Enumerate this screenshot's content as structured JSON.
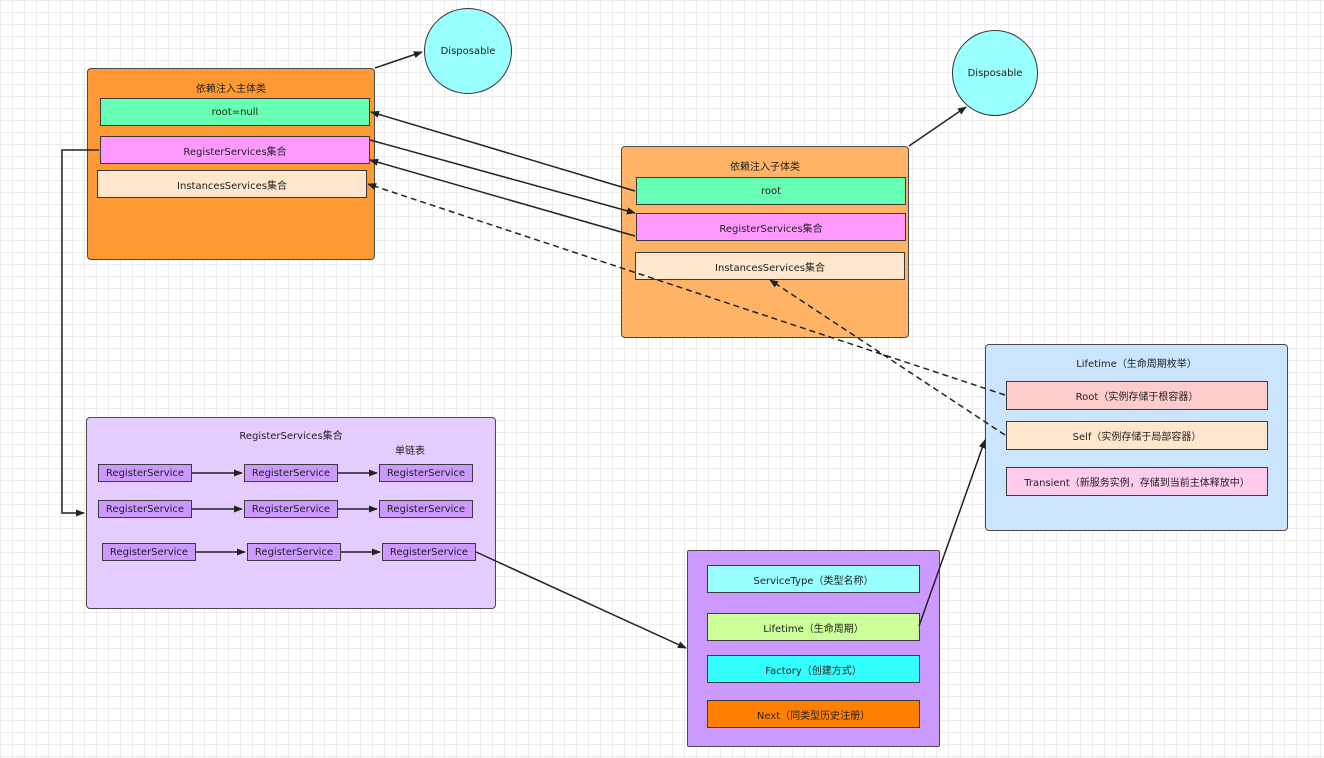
{
  "disposable_left": "Disposable",
  "disposable_right": "Disposable",
  "main_class": {
    "title": "依赖注入主体类",
    "root": "root=null",
    "register": "RegisterServices集合",
    "instances": "InstancesServices集合"
  },
  "child_class": {
    "title": "依赖注入子体类",
    "root": "root",
    "register": "RegisterServices集合",
    "instances": "InstancesServices集合"
  },
  "lifetime_enum": {
    "title": "Lifetime（生命周期枚举）",
    "root": "Root（实例存储于根容器）",
    "self": "Self（实例存储于局部容器）",
    "transient": "Transient（新服务实例，存储到当前主体释放中）"
  },
  "register_collection": {
    "title": "RegisterServices集合",
    "subtitle": "单链表",
    "rows": [
      [
        "RegisterService",
        "RegisterService",
        "RegisterService"
      ],
      [
        "RegisterService",
        "RegisterService",
        "RegisterService"
      ],
      [
        "RegisterService",
        "RegisterService",
        "RegisterService"
      ]
    ]
  },
  "service_node": {
    "service_type": "ServiceType（类型名称）",
    "lifetime": "Lifetime（生命周期）",
    "factory": "Factory（创建方式）",
    "next": "Next（同类型历史注册）"
  },
  "colors": {
    "main_bg": "#ff9933",
    "child_bg": "#ffb366",
    "green": "#66ffb3",
    "pink": "#ff99ff",
    "peach": "#ffe6cc",
    "lifetime_bg": "#cce5ff",
    "register_bg": "#e5ccff",
    "node_bg": "#cc99ff",
    "disposable": "#99ffff"
  }
}
